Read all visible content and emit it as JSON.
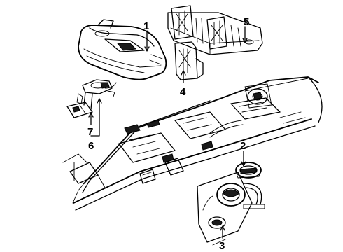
{
  "callouts": [
    {
      "number": "1",
      "part": "fuel-tank"
    },
    {
      "number": "2",
      "part": "filler-cap"
    },
    {
      "number": "3",
      "part": "filler-housing"
    },
    {
      "number": "4",
      "part": "tank-strap-bracket"
    },
    {
      "number": "5",
      "part": "skid-plate-shield"
    },
    {
      "number": "6",
      "part": "fuel-pump-sender-assembly"
    },
    {
      "number": "7",
      "part": "pump-module-plate"
    }
  ]
}
